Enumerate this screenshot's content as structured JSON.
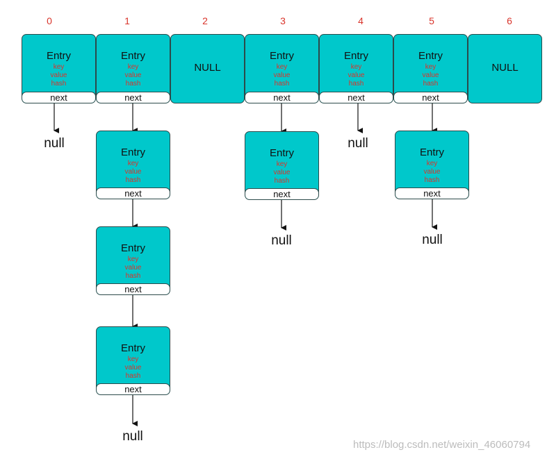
{
  "indices": [
    "0",
    "1",
    "2",
    "3",
    "4",
    "5",
    "6"
  ],
  "entry": {
    "label": "Entry",
    "fields": [
      "key",
      "value",
      "hash"
    ],
    "next": "next"
  },
  "null_bucket_label": "NULL",
  "null_label": "null",
  "watermark": "https://blog.csdn.net/weixin_46060794",
  "colors": {
    "cell": "#00c8cb",
    "border": "#2c4a4a",
    "index_text": "#d9342b",
    "field_text": "#d9342b"
  }
}
